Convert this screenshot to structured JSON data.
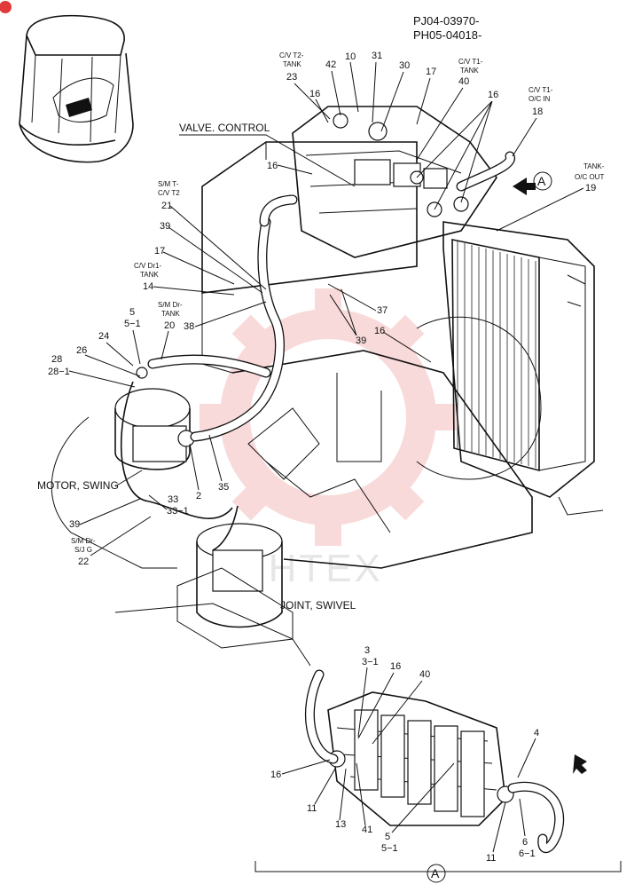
{
  "serials": [
    "PJ04-03970-",
    "PH05-04018-"
  ],
  "titles": {
    "valve": "VALVE. CONTROL",
    "motor": "MOTOR, SWING",
    "joint": "JOINT, SWIVEL",
    "watermark": "VIHTEX"
  },
  "view_markers": {
    "callout": "A",
    "section": "A"
  },
  "captions": {
    "cv_t2_tank": [
      "C/V T2-",
      "TANK"
    ],
    "cv_t1_tank": [
      "C/V T1-",
      "TANK"
    ],
    "cv_t1_oc_in": [
      "C/V T1-",
      "O/C IN"
    ],
    "tank_oc_out": [
      "TANK-",
      "O/C OUT"
    ],
    "sm_t_cv_t2": [
      "S/M T-",
      "C/V T2"
    ],
    "cv_dr1_tank": [
      "C/V Dr1-",
      "TANK"
    ],
    "sm_dr_tank": [
      "S/M Dr-",
      "TANK"
    ],
    "sm_dr_sjg": [
      "S/M Dr-",
      "S/J G"
    ]
  },
  "numbers": {
    "n23": "23",
    "n16a": "16",
    "n42": "42",
    "n10": "10",
    "n31": "31",
    "n30": "30",
    "n17a": "17",
    "n40a": "40",
    "n16b": "16",
    "n18": "18",
    "n16c": "16",
    "n19": "19",
    "n21": "21",
    "n39a": "39",
    "n17b": "17",
    "n14": "14",
    "n20": "20",
    "n38": "38",
    "n37": "37",
    "n39b": "39",
    "n16d": "16",
    "n5": "5",
    "n5_1": "5−1",
    "n24": "24",
    "n26": "26",
    "n28": "28",
    "n28_1": "28−1",
    "n2": "2",
    "n35": "35",
    "n33": "33",
    "n33_1": "33−1",
    "n39c": "39",
    "n22": "22",
    "n3": "3",
    "n3_1": "3−1",
    "n16e": "16",
    "n40b": "40",
    "n16f": "16",
    "n11a": "11",
    "n13": "13",
    "n41": "41",
    "n5b": "5",
    "n5b_1": "5−1",
    "n4": "4",
    "n6": "6",
    "n6_1": "6−1",
    "n11b": "11"
  }
}
